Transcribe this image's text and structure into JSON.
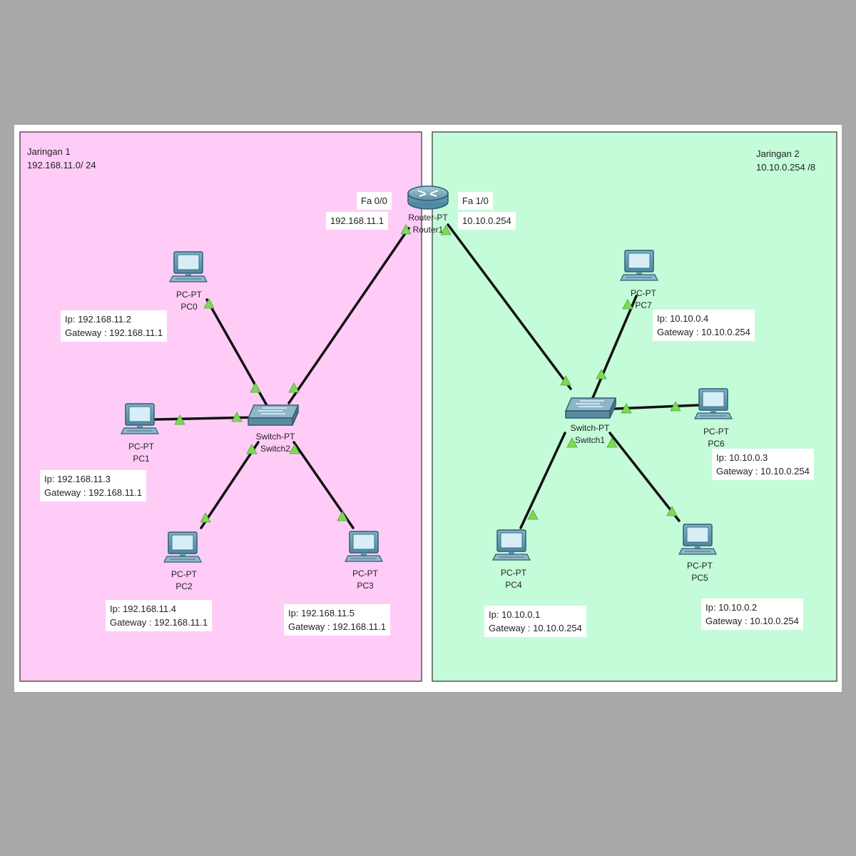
{
  "networks": {
    "left": {
      "name": "Jaringan 1",
      "address": "192.168.11.0/ 24",
      "color": "#ffccf7"
    },
    "right": {
      "name": "Jaringan 2",
      "address": "10.10.0.254 /8",
      "color": "#c4fbd9"
    }
  },
  "router": {
    "type": "Router-PT",
    "name": "Router1",
    "left_port": "Fa 0/0",
    "left_ip": "192.168.11.1",
    "right_port": "Fa 1/0",
    "right_ip": "10.10.0.254"
  },
  "switches": {
    "switch2": {
      "type": "Switch-PT",
      "name": "Switch2"
    },
    "switch1": {
      "type": "Switch-PT",
      "name": "Switch1"
    }
  },
  "pcs": {
    "pc0": {
      "type": "PC-PT",
      "name": "PC0",
      "ip": "Ip: 192.168.11.2",
      "gateway": "Gateway : 192.168.11.1"
    },
    "pc1": {
      "type": "PC-PT",
      "name": "PC1",
      "ip": "Ip: 192.168.11.3",
      "gateway": "Gateway : 192.168.11.1"
    },
    "pc2": {
      "type": "PC-PT",
      "name": "PC2",
      "ip": "Ip: 192.168.11.4",
      "gateway": "Gateway : 192.168.11.1"
    },
    "pc3": {
      "type": "PC-PT",
      "name": "PC3",
      "ip": "Ip: 192.168.11.5",
      "gateway": "Gateway : 192.168.11.1"
    },
    "pc4": {
      "type": "PC-PT",
      "name": "PC4",
      "ip": "Ip: 10.10.0.1",
      "gateway": "Gateway : 10.10.0.254"
    },
    "pc5": {
      "type": "PC-PT",
      "name": "PC5",
      "ip": "Ip: 10.10.0.2",
      "gateway": "Gateway : 10.10.0.254"
    },
    "pc6": {
      "type": "PC-PT",
      "name": "PC6",
      "ip": "Ip: 10.10.0.3",
      "gateway": "Gateway : 10.10.0.254"
    },
    "pc7": {
      "type": "PC-PT",
      "name": "PC7",
      "ip": "Ip: 10.10.0.4",
      "gateway": "Gateway : 10.10.0.254"
    }
  },
  "icons": {
    "pc": "pc-monitor-icon",
    "switch": "switch-icon",
    "router": "router-icon",
    "link_status": "green-triangle-link-up-icon"
  },
  "colors": {
    "link": "#111111",
    "link_up": "#7ed957",
    "device_blue": "#5f93aa"
  }
}
